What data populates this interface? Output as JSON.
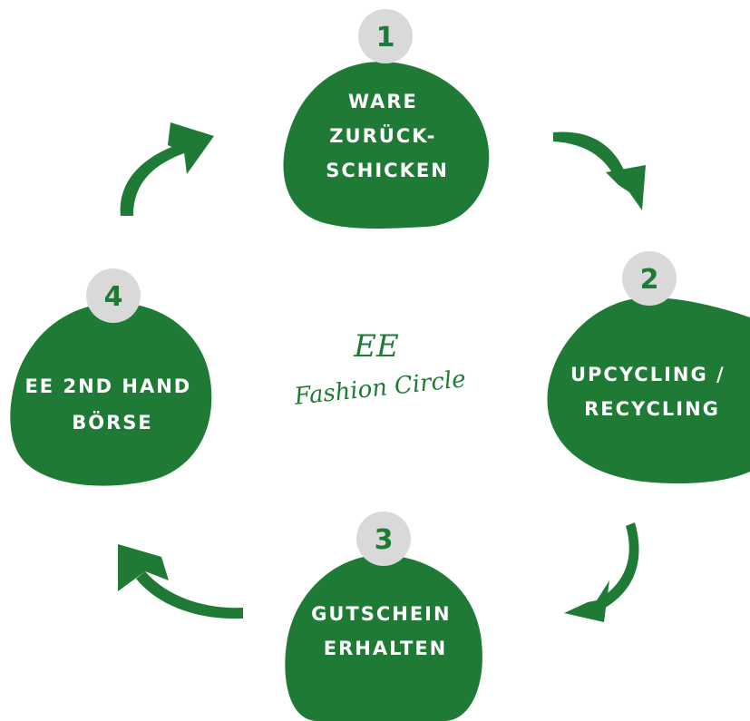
{
  "colors": {
    "green": "#1f7a35",
    "badge_bg": "#d9d9d9",
    "badge_text": "#1f7a35",
    "label_text": "#ffffff",
    "background": "#ffffff"
  },
  "center_logo": {
    "initials": "EE",
    "tagline": "Fashion Circle"
  },
  "steps": [
    {
      "number": "1",
      "lines": [
        "WARE",
        "ZURÜCK-",
        "SCHICKEN"
      ]
    },
    {
      "number": "2",
      "lines": [
        "UPCYCLING /",
        "RECYCLING"
      ]
    },
    {
      "number": "3",
      "lines": [
        "GUTSCHEIN",
        "ERHALTEN"
      ]
    },
    {
      "number": "4",
      "lines": [
        "EE 2ND HAND",
        "BÖRSE"
      ]
    }
  ],
  "arrows": [
    {
      "from": "4",
      "to": "1",
      "icon": "curved-arrow-icon"
    },
    {
      "from": "1",
      "to": "2",
      "icon": "curved-arrow-icon"
    },
    {
      "from": "2",
      "to": "3",
      "icon": "curved-arrow-icon"
    },
    {
      "from": "3",
      "to": "4",
      "icon": "curved-arrow-icon"
    }
  ]
}
